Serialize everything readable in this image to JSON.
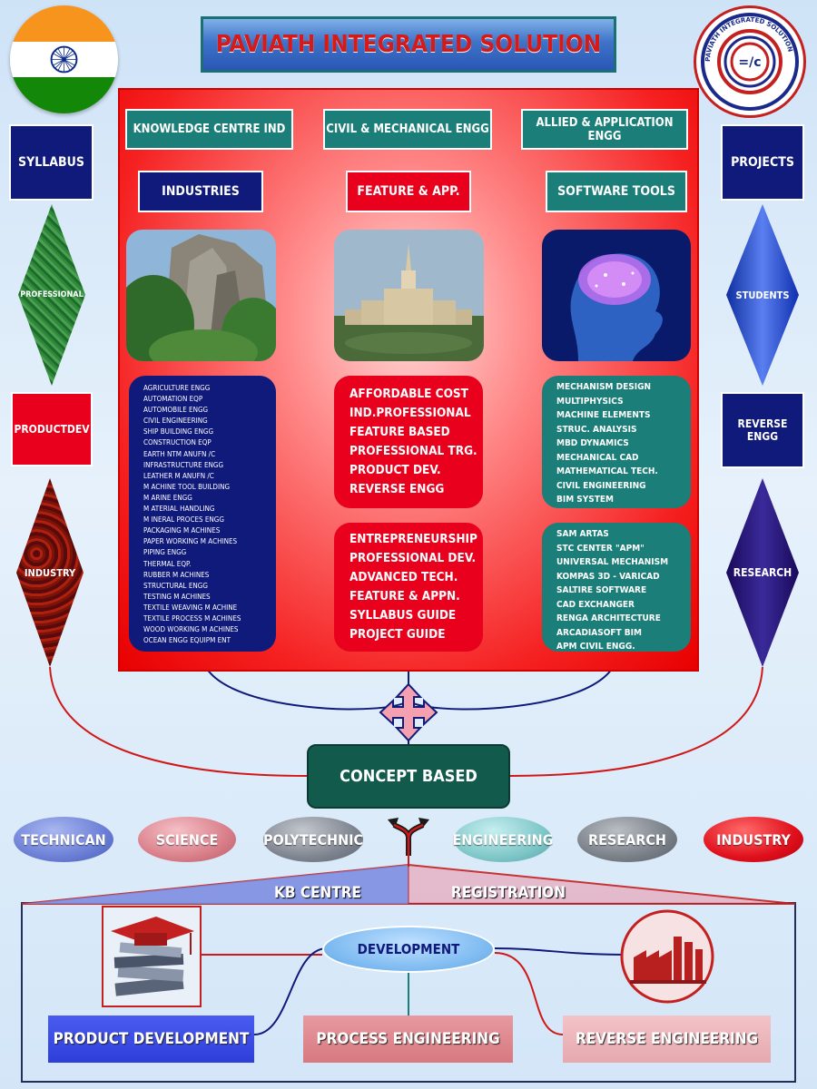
{
  "header": {
    "title": "PAVIATH INTEGRATED SOLUTION"
  },
  "logo": {
    "ring_text": "PAVIATH  INTEGRATED  SOLUTION",
    "center": "=/c"
  },
  "left_side": {
    "syllabus": "SYLLABUS",
    "professional": "PROFESSIONAL",
    "productdev": "PRODUCTDEV",
    "industry": "INDUSTRY"
  },
  "right_side": {
    "projects": "PROJECTS",
    "students": "STUDENTS",
    "reverse_engg": "REVERSE ENGG",
    "research": "RESEARCH"
  },
  "panel": {
    "row1": [
      "KNOWLEDGE CENTRE IND",
      "CIVIL & MECHANICAL ENGG",
      "ALLIED & APPLICATION ENGG"
    ],
    "row2": [
      "INDUSTRIES",
      "FEATURE & APP.",
      "SOFTWARE TOOLS"
    ],
    "industries_list": [
      "AGRICULTURE ENGG",
      "AUTOMATION EQP",
      "AUTOMOBILE ENGG",
      "CIVIL ENGINEERING",
      "SHIP BUILDING ENGG",
      "CONSTRUCTION EQP",
      "EARTH NTM ANUFN /C",
      "INFRASTRUCTURE ENGG",
      "LEATHER M ANUFN /C",
      "M ACHINE TOOL BUILDING",
      "M ARINE ENGG",
      "M ATERIAL HANDLING",
      "M INERAL PROCES ENGG",
      "PACKAGING M ACHINES",
      "PAPER WORKING M ACHINES",
      "PIPING ENGG",
      "THERMAL EQP.",
      "RUBBER M ACHINES",
      "STRUCTURAL ENGG",
      "TESTING M ACHINES",
      "TEXTILE WEAVING M ACHINE",
      "TEXTILE PROCESS M ACHINES",
      "WOOD WORKING M ACHINES",
      "OCEAN ENGG EQUIPM ENT"
    ],
    "features_list_1": [
      "AFFORDABLE COST",
      "IND.PROFESSIONAL",
      "FEATURE BASED",
      "PROFESSIONAL TRG.",
      "PRODUCT DEV.",
      "REVERSE ENGG"
    ],
    "features_list_2": [
      "ENTREPRENEURSHIP",
      "PROFESSIONAL DEV.",
      "ADVANCED TECH.",
      "FEATURE & APPN.",
      "SYLLABUS GUIDE",
      "PROJECT GUIDE"
    ],
    "software_list_1": [
      "MECHANISM DESIGN",
      "MULTIPHYSICS",
      "MACHINE ELEMENTS",
      "STRUC. ANALYSIS",
      "MBD DYNAMICS",
      "MECHANICAL CAD",
      "MATHEMATICAL TECH.",
      "CIVIL ENGINEERING",
      "BIM SYSTEM"
    ],
    "software_list_2": [
      "SAM ARTAS",
      "STC CENTER \"APM\"",
      "UNIVERSAL MECHANISM",
      "KOMPAS 3D - VARICAD",
      "SALTIRE SOFTWARE",
      "CAD EXCHANGER",
      "RENGA ARCHITECTURE",
      "ARCADIASOFT BIM",
      "APM CIVIL ENGG."
    ]
  },
  "concept": "CONCEPT BASED",
  "categories": [
    {
      "label": "TECHNICAN",
      "color": "#6b7fd6"
    },
    {
      "label": "SCIENCE",
      "color": "#d97f8a"
    },
    {
      "label": "POLYTECHNIC",
      "color": "#7f8590"
    },
    {
      "label": "ENGINEERING",
      "color": "#7fc7c8"
    },
    {
      "label": "RESEARCH",
      "color": "#7a8088"
    },
    {
      "label": "INDUSTRY",
      "color": "#e0101c"
    }
  ],
  "banner": {
    "left": "KB CENTRE",
    "right": "REGISTRATION"
  },
  "development": "DEVELOPMENT",
  "bottom": {
    "product": "PRODUCT DEVELOPMENT",
    "process": "PROCESS ENGINEERING",
    "reverse": "REVERSE ENGINEERING"
  },
  "colors": {
    "navy": "#0f1a7a",
    "teal": "#1b7e78",
    "red": "#e8001c",
    "concept": "#125a4c"
  }
}
